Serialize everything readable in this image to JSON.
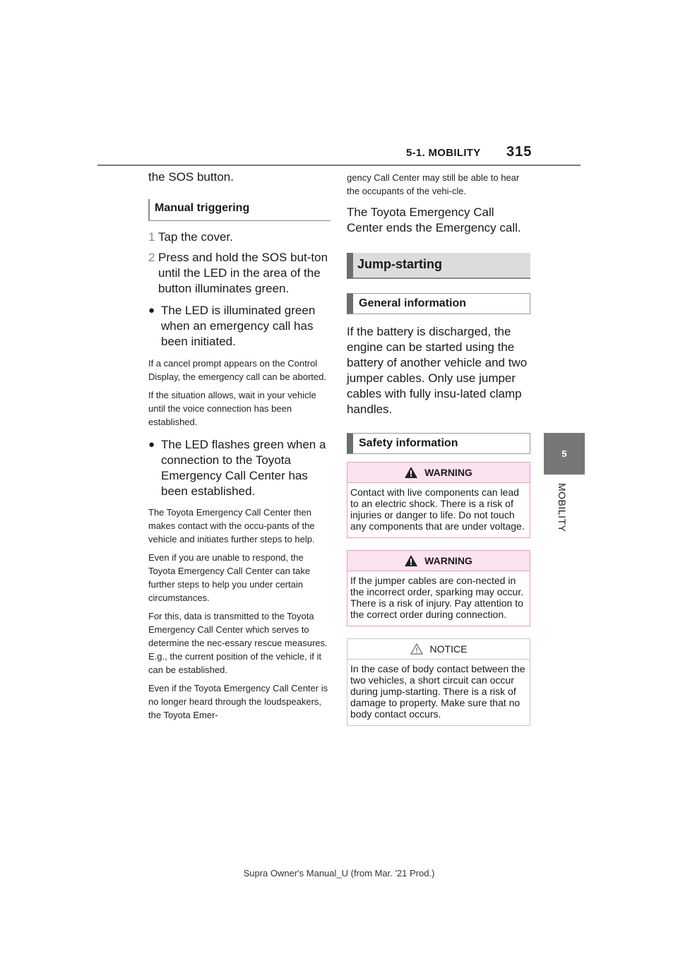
{
  "header": {
    "section": "5-1. MOBILITY",
    "page_number": "315"
  },
  "side_tab": {
    "number": "5",
    "label": "MOBILITY"
  },
  "left_column": {
    "intro": "the SOS button.",
    "manual_triggering_heading": "Manual triggering",
    "steps": [
      {
        "num": "1",
        "text": "Tap the cover."
      },
      {
        "num": "2",
        "text": "Press and hold the SOS but-ton until the LED in the area of the button illuminates green."
      }
    ],
    "bullet1": "The LED is illuminated green when an emergency call has been initiated.",
    "note1": "If a cancel prompt appears on the Control Display, the emergency call can be aborted.",
    "note2": "If the situation allows, wait in your vehicle until the voice connection has been established.",
    "bullet2": "The LED flashes green when a connection to the Toyota Emergency Call Center has been established.",
    "note3": "The Toyota Emergency Call Center then makes contact with the occu-pants of the vehicle and initiates further steps to help.",
    "note4": "Even if you are unable to respond, the Toyota Emergency Call Center can take further steps to help you under certain circumstances.",
    "note5": "For this, data is transmitted to the Toyota Emergency Call Center which serves to determine the nec-essary rescue measures. E.g., the current position of the vehicle, if it can be established.",
    "note6": "Even if the Toyota Emergency Call Center is no longer heard through the loudspeakers, the Toyota Emer-"
  },
  "right_column": {
    "continuation": "gency Call Center may still be able to hear the occupants of the vehi-cle.",
    "ends_text": "The Toyota Emergency Call Center ends the Emergency call.",
    "jump_heading": "Jump-starting",
    "general_heading": "General information",
    "general_text": "If the battery is discharged, the engine can be started using the battery of another vehicle and two jumper cables. Only use jumper cables with fully insu-lated clamp handles.",
    "safety_heading": "Safety information",
    "warning1": {
      "title": "WARNING",
      "text": "Contact with live components can lead to an electric shock. There is a risk of injuries or danger to life. Do not touch any components that are under voltage."
    },
    "warning2": {
      "title": "WARNING",
      "text": "If the jumper cables are con-nected in the incorrect order, sparking may occur. There is a risk of injury. Pay attention to the correct order during connection."
    },
    "notice": {
      "title": "NOTICE",
      "text": "In the case of body contact between the two vehicles, a short circuit can occur during jump-starting. There is a risk of damage to property. Make sure that no body contact occurs."
    }
  },
  "footer": {
    "text": "Supra Owner's Manual_U (from Mar. '21 Prod.)"
  },
  "colors": {
    "warning_border": "#e99ac0",
    "warning_fill": "#fbe2ef",
    "tab_gray": "#777777"
  },
  "icons": {
    "warning": "warning-triangle-icon",
    "notice": "notice-triangle-icon"
  }
}
